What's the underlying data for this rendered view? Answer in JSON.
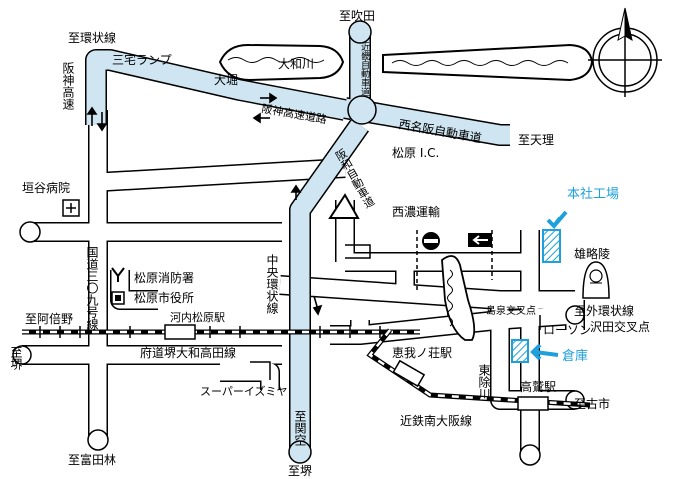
{
  "colors": {
    "expressway": "#cfe6f2",
    "accent": "#1ea0dc",
    "road": "#ffffff",
    "ink": "#000000"
  },
  "labels": {
    "to_suita": "至吹田",
    "kinki_expwy": "近畿自動車道",
    "yamato_river": "大和川",
    "to_kanjo": "至環状線",
    "hanshin_expwy_v": "阪神高速",
    "miyake_ramp": "三宅ランプ",
    "ohori": "大堀",
    "hanshin_expwy_road": "阪神高速道路",
    "nishi_meihan": "西名阪自動車道",
    "to_tenri": "至天理",
    "matsubara_ic": "松原 I.C.",
    "hanwa_expwy": "阪和自動車道",
    "kakitani_hospital": "垣谷病院",
    "seino_unyu": "西濃運輸",
    "honsha_kojo": "本社工場",
    "yuryaku_ryo": "雄略陵",
    "route_309": "国道三〇九号線",
    "chuo_kanjo": "中央環状線",
    "fire_station": "松原消防署",
    "city_hall": "松原市役所",
    "to_abeno": "至阿倍野",
    "kawachi_matsubara_sta": "河内松原駅",
    "shimaizumi": "島泉交叉点",
    "sotokanjo": "至外環状線",
    "sawada": "沢田交叉点",
    "to_sakai_left": "至堺",
    "lawson": "ローソン",
    "soko": "倉庫",
    "fudo_sakai_takada": "府道堺大和高田線",
    "egano_sho_sta": "恵我ノ荘駅",
    "higashiyoke_river": "東除川",
    "takawashi_sta": "高鷲駅",
    "supermarket": "スーパーイズミヤ",
    "to_kanku": "至関空",
    "to_furuichi": "至古市",
    "kintetsu_line": "近鉄南大阪線",
    "to_tondabayashi": "至富田林",
    "to_sakai_bottom": "至堺"
  }
}
